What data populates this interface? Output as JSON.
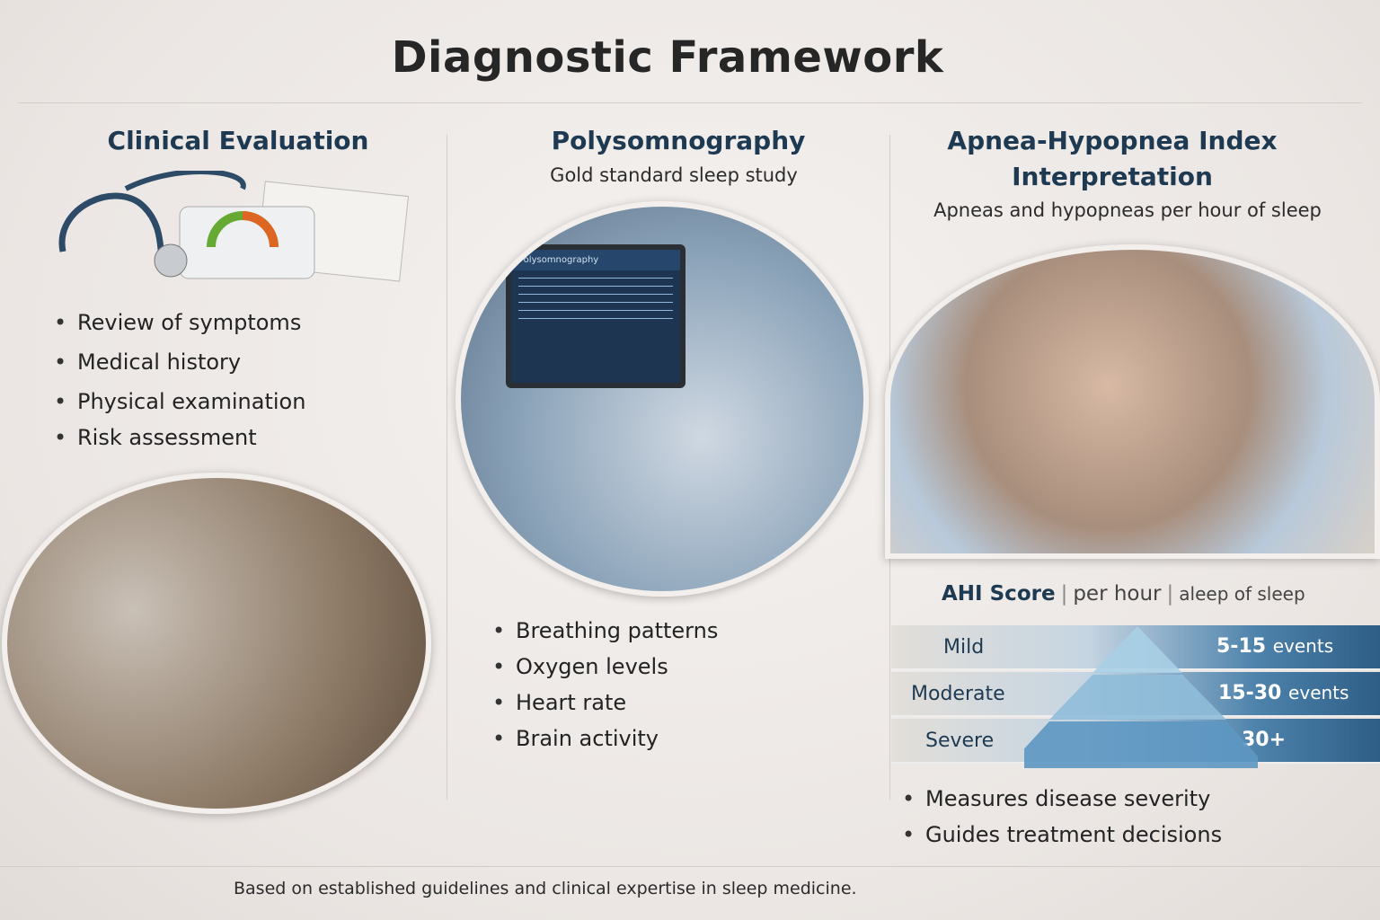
{
  "title": "Diagnostic Framework",
  "clinical": {
    "heading": "Clinical Evaluation",
    "items": [
      "Review of symptoms",
      "Medical history",
      "Physical examination",
      "Risk assessment"
    ]
  },
  "psg": {
    "heading": "Polysomnography",
    "subtitle": "Gold standard sleep study",
    "monitor_title": "Polysomnography",
    "items": [
      "Breathing patterns",
      "Oxygen levels",
      "Heart rate",
      "Brain activity"
    ]
  },
  "ahi": {
    "heading_line1": "Apnea-Hypopnea Index",
    "heading_line2": "Interpretation",
    "subtitle": "Apneas and hypopneas per hour of sleep",
    "score_label": "AHI Score",
    "score_unit": "per hour",
    "score_note": "aleep of sleep",
    "levels": [
      {
        "label": "Mild",
        "range": "5-15",
        "unit": "events"
      },
      {
        "label": "Moderate",
        "range": "15-30",
        "unit": "events"
      },
      {
        "label": "Severe",
        "range": "30+",
        "unit": ""
      }
    ],
    "items": [
      "Measures disease severity",
      "Guides treatment decisions"
    ],
    "colors": {
      "light": "#a9cfe6",
      "mid": "#4d82ab",
      "dark": "#2e5e86"
    }
  },
  "footer": "Based on established guidelines and clinical expertise in sleep medicine."
}
